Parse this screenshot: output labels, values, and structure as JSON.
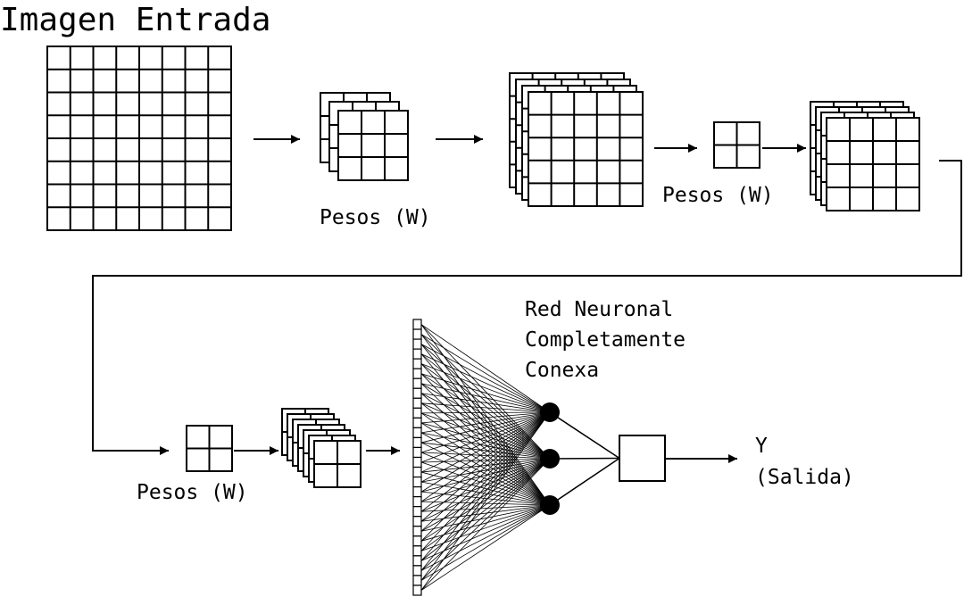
{
  "labels": {
    "input_image": "Imagen Entrada",
    "weights_1": "Pesos (W)",
    "weights_2": "Pesos (W)",
    "weights_3": "Pesos (W)",
    "fc_line1": "Red Neuronal",
    "fc_line2": "Completamente",
    "fc_line3": "Conexa",
    "output_line1": "Y",
    "output_line2": "(Salida)"
  },
  "structure": {
    "input_grid": {
      "rows": 8,
      "cols": 8
    },
    "conv1_filters": {
      "count": 3,
      "rows": 3,
      "cols": 3
    },
    "conv1_maps": {
      "count": 4,
      "rows": 5,
      "cols": 5
    },
    "pool1_window": {
      "rows": 2,
      "cols": 2
    },
    "pool1_maps": {
      "count": 4,
      "rows": 4,
      "cols": 4
    },
    "pool2_window": {
      "rows": 2,
      "cols": 2
    },
    "pool2_maps": {
      "count": 7,
      "rows": 2,
      "cols": 2
    },
    "flatten_units": 28,
    "hidden_neurons": 3,
    "output_units": 1
  },
  "colors": {
    "stroke": "#000000",
    "fill": "#ffffff",
    "neuron": "#000000"
  }
}
